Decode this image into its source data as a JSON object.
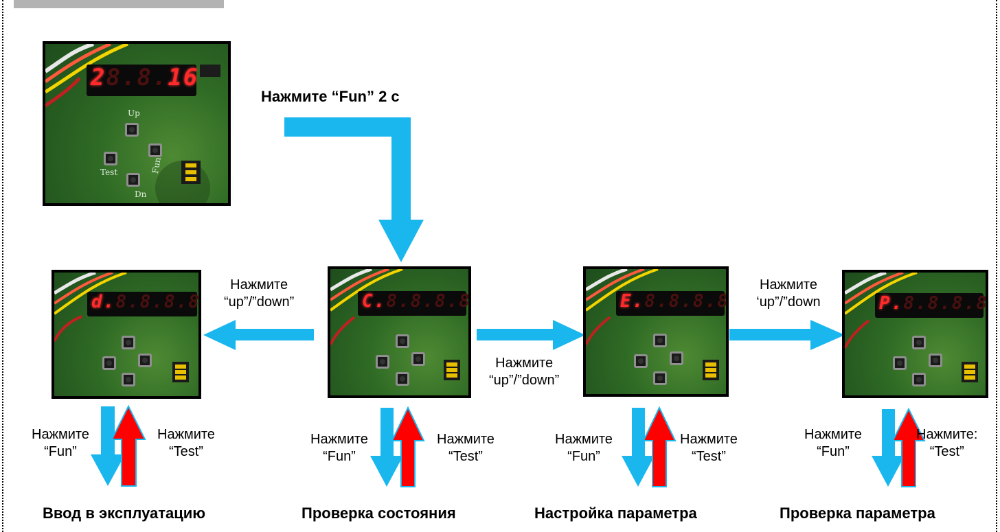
{
  "colors": {
    "arrow_blue": "#1ab6ee",
    "arrow_red": "#ff0000",
    "board_green": "#2f6a25",
    "led_red": "#ff2a2a"
  },
  "top_label": "Нажмите “Fun” 2 с",
  "boards": [
    {
      "id": "main",
      "display_lit": "2",
      "display_rest": "8.8.",
      "display_tail": "16",
      "silk": {
        "up": "Up",
        "fun": "Fun",
        "test": "Test",
        "dn": "Dn"
      }
    },
    {
      "id": "commissioning",
      "display_lit": "d.",
      "display_rest": "8.8.8.8"
    },
    {
      "id": "status",
      "display_lit": "C.",
      "display_rest": "8.8.8.8."
    },
    {
      "id": "setting",
      "display_lit": "E.",
      "display_rest": "8.8.8.8."
    },
    {
      "id": "check",
      "display_lit": "P.",
      "display_rest": "8.8.8.8"
    }
  ],
  "nav_labels": {
    "left": [
      "Нажмите",
      "“up”/”down”"
    ],
    "center": [
      "Нажмите",
      "“up”/”down”"
    ],
    "right": [
      "Нажмите",
      "‘up”/”down"
    ]
  },
  "modes": [
    {
      "fun_label": [
        "Нажмите",
        "“Fun”"
      ],
      "test_label": [
        "Нажмите",
        "“Test”"
      ],
      "caption": "Ввод в эксплуатацию"
    },
    {
      "fun_label": [
        "Нажмите",
        "“Fun”"
      ],
      "test_label": [
        "Нажмите",
        "“Test”"
      ],
      "caption": "Проверка состояния"
    },
    {
      "fun_label": [
        "Нажмите",
        "“Fun”"
      ],
      "test_label": [
        "Нажмите",
        "“Test”"
      ],
      "caption": "Настройка параметра"
    },
    {
      "fun_label": [
        "Нажмите",
        "“Fun”"
      ],
      "test_label": [
        "Нажмите:",
        "“Test”"
      ],
      "caption": "Проверка параметра"
    }
  ]
}
